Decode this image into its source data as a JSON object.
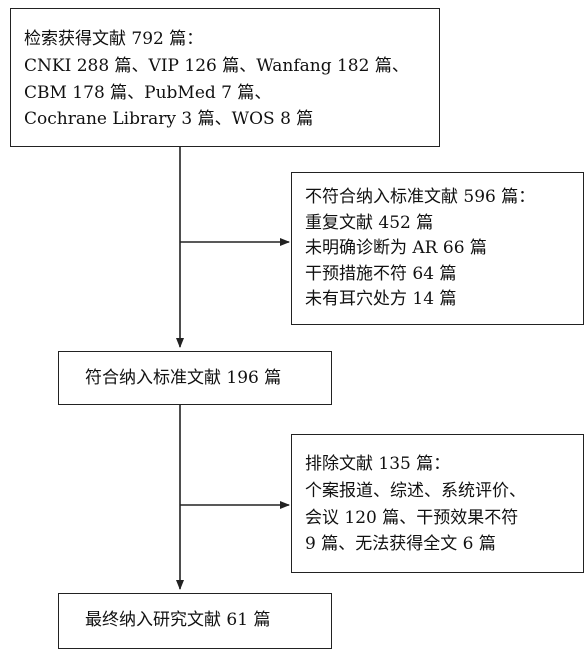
{
  "search": {
    "lines": [
      "检索获得文献 792 篇：",
      "CNKI 288 篇、VIP 126 篇、Wanfang 182 篇、",
      "CBM 178 篇、PubMed 7 篇、",
      "Cochrane Library 3 篇、WOS 8 篇"
    ]
  },
  "exclusion1": {
    "lines": [
      "不符合纳入标准文献 596 篇：",
      "重复文献 452 篇",
      "未明确诊断为 AR 66 篇",
      "干预措施不符  64 篇",
      "未有耳穴处方 14 篇"
    ]
  },
  "eligible": {
    "label": "符合纳入标准文献 196 篇"
  },
  "exclusion2": {
    "lines": [
      "排除文献 135 篇：",
      "个案报道、综述、系统评价、",
      "会议 120 篇、干预效果不符",
      " 9 篇、无法获得全文 6 篇"
    ]
  },
  "final": {
    "label": "最终纳入研究文献 61 篇"
  }
}
